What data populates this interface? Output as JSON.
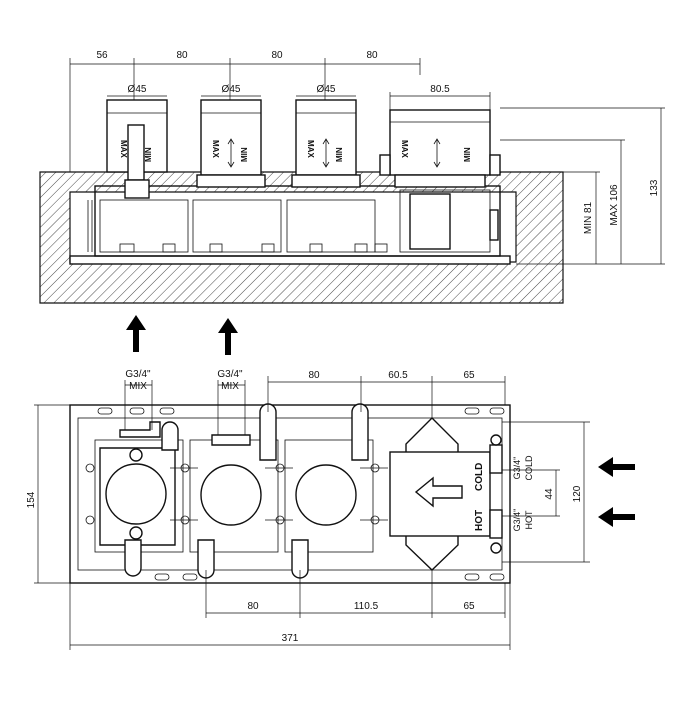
{
  "top_view": {
    "dims_top": [
      "56",
      "80",
      "80",
      "80"
    ],
    "diameters": [
      "Ø45",
      "Ø45",
      "Ø45"
    ],
    "dim_80_5": "80.5",
    "cart_labels": [
      "MAX",
      "MIN"
    ],
    "dims_right": [
      "MIN 81",
      "MAX 106",
      "133"
    ]
  },
  "bottom_view": {
    "ports_top": [
      {
        "size": "G3/4\"",
        "label": "MIX"
      },
      {
        "size": "G3/4\"",
        "label": "MIX"
      }
    ],
    "dims_top": [
      "80",
      "60.5",
      "65"
    ],
    "dims_bottom": [
      "80",
      "110.5",
      "65"
    ],
    "total_width": "371",
    "height_left": "154",
    "height_right": "120",
    "spacing_right": "44",
    "ports_side": [
      {
        "size": "G3/4\"",
        "label": "COLD"
      },
      {
        "size": "G3/4\"",
        "label": "HOT"
      }
    ],
    "box_labels": [
      "COLD",
      "HOT"
    ]
  },
  "arrows": [
    "up-arrow",
    "up-arrow",
    "left-arrow",
    "left-arrow"
  ]
}
